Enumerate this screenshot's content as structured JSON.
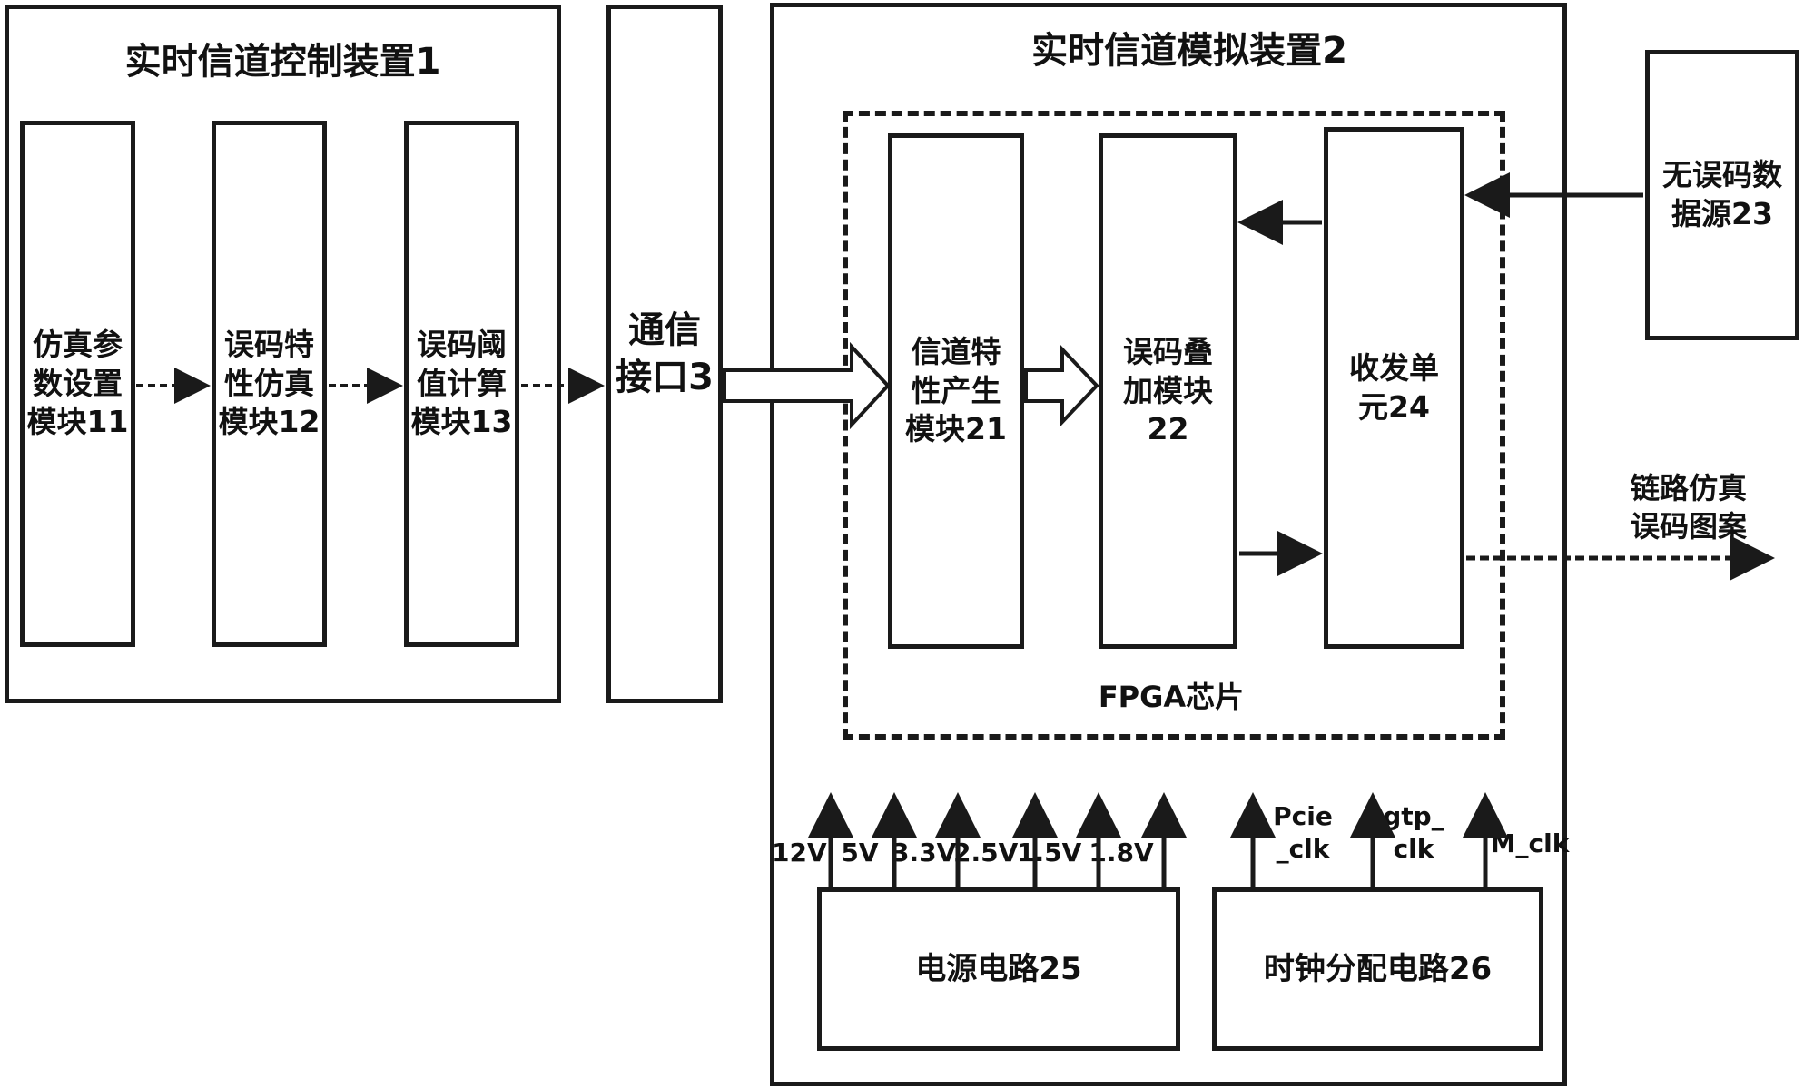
{
  "device1": {
    "title": "实时信道控制装置1",
    "modules": [
      {
        "label": "仿真参\n数设置\n模块11"
      },
      {
        "label": "误码特\n性仿真\n模块12"
      },
      {
        "label": "误码阈\n值计算\n模块13"
      }
    ]
  },
  "comm_interface": {
    "label": "通信\n接口3"
  },
  "device2": {
    "title": "实时信道模拟装置2",
    "fpga_label": "FPGA芯片",
    "modules": [
      {
        "label": "信道特\n性产生\n模块21"
      },
      {
        "label": "误码叠\n加模块\n22"
      },
      {
        "label": "收发单\n元24"
      }
    ],
    "power_circuit": {
      "label": "电源电路25"
    },
    "clock_circuit": {
      "label": "时钟分配电路26"
    },
    "voltages": [
      "12V",
      "5V",
      "3.3V",
      "2.5V",
      "1.5V",
      "1.8V"
    ],
    "clocks": [
      "Pcie\n_clk",
      "gtp_\nclk",
      "M_clk"
    ]
  },
  "source": {
    "label": "无误码数\n据源23"
  },
  "output_label": "链路仿真\n误码图案"
}
